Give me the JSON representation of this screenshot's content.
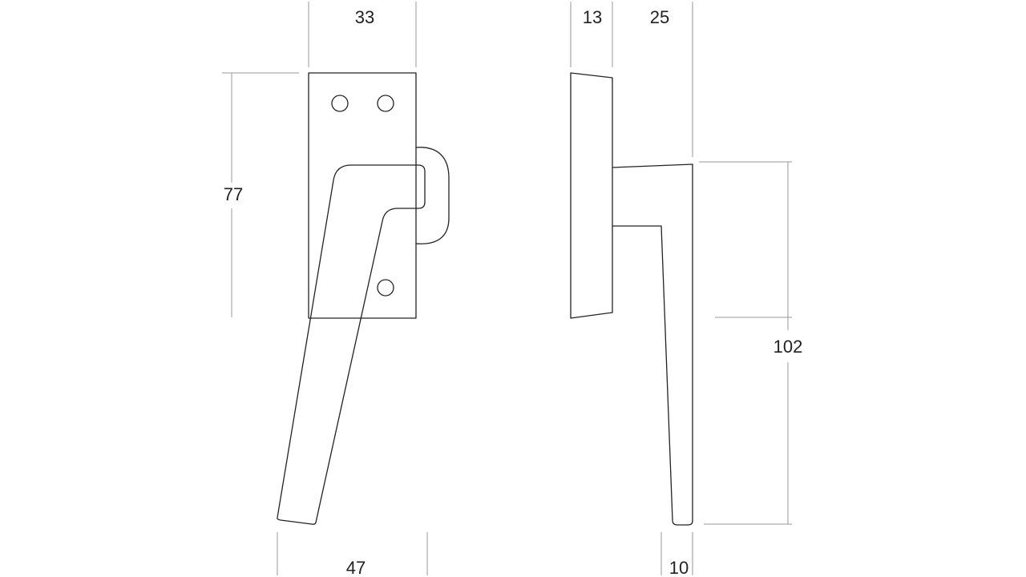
{
  "dimensions": {
    "front_rose_width": "33",
    "front_rose_height": "77",
    "front_handle_width": "47",
    "side_rose_thickness": "13",
    "side_projection": "25",
    "side_handle_length": "102",
    "side_handle_tip": "10"
  },
  "colors": {
    "outline": "#222222",
    "dimension_line": "#9a9a9a",
    "text": "#222222"
  }
}
